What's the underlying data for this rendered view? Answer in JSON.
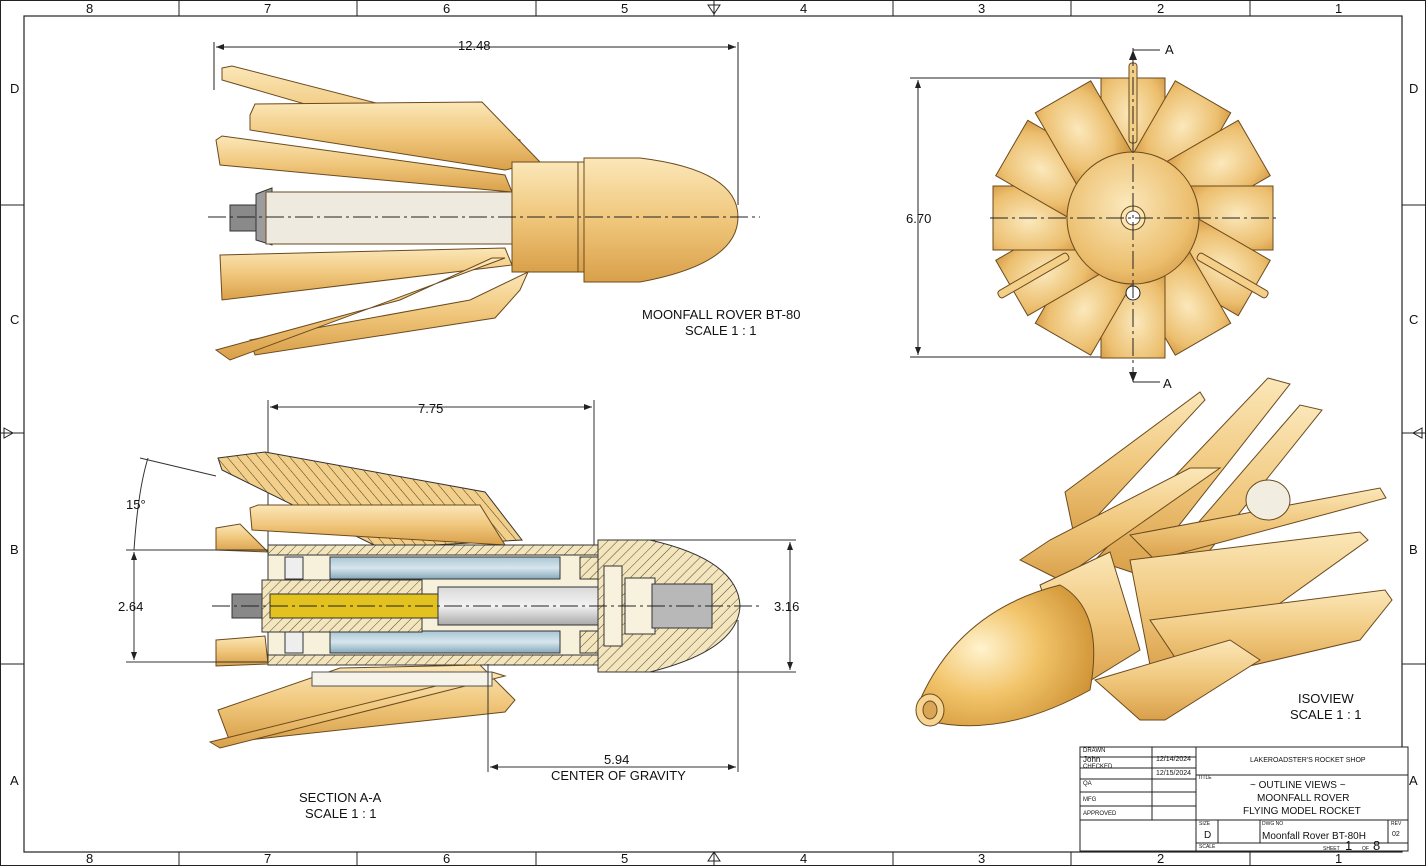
{
  "zones": {
    "columns": [
      "8",
      "7",
      "6",
      "5",
      "4",
      "3",
      "2",
      "1"
    ],
    "rows": [
      "D",
      "C",
      "B",
      "A"
    ]
  },
  "views": {
    "side": {
      "title": "MOONFALL ROVER BT-80",
      "scale": "SCALE 1 : 1",
      "length_dim": "12.48"
    },
    "end": {
      "diameter_dim": "6.70",
      "section_mark": "A"
    },
    "section": {
      "title": "SECTION A-A",
      "scale": "SCALE 1 : 1",
      "dim_top": "7.75",
      "dim_left": "2.64",
      "dim_right": "3.16",
      "angle": "15°",
      "cg_value": "5.94",
      "cg_label": "CENTER OF GRAVITY"
    },
    "iso": {
      "title": "ISOVIEW",
      "scale": "SCALE 1 : 1"
    }
  },
  "title_block": {
    "drawn_label": "DRAWN",
    "drawn_by": "John",
    "drawn_date": "12/14/2024",
    "checked_label": "CHECKED",
    "checked_date": "12/15/2024",
    "qa_label": "QA",
    "mfg_label": "MFG",
    "approved_label": "APPROVED",
    "company": "LAKEROADSTER'S ROCKET SHOP",
    "title_label": "TITLE",
    "title_line1": "~ OUTLINE VIEWS ~",
    "title_line2": "MOONFALL ROVER",
    "title_line3": "FLYING MODEL ROCKET",
    "size_label": "SIZE",
    "size": "D",
    "dwg_label": "DWG NO",
    "dwg_no": "Moonfall Rover BT-80H",
    "rev_label": "REV",
    "rev": "02",
    "scale_label": "SCALE",
    "sheet_label": "SHEET",
    "sheet": "1",
    "of_label": "OF",
    "sheet_total": "8"
  },
  "colors": {
    "wood_light": "#f6dba0",
    "wood_mid": "#e8b865",
    "wood_dark": "#c98f3a",
    "line": "#111111",
    "steel": "#bfbfbf",
    "blue_grain": "#8fb2c4",
    "yellow": "#e8c21a"
  }
}
